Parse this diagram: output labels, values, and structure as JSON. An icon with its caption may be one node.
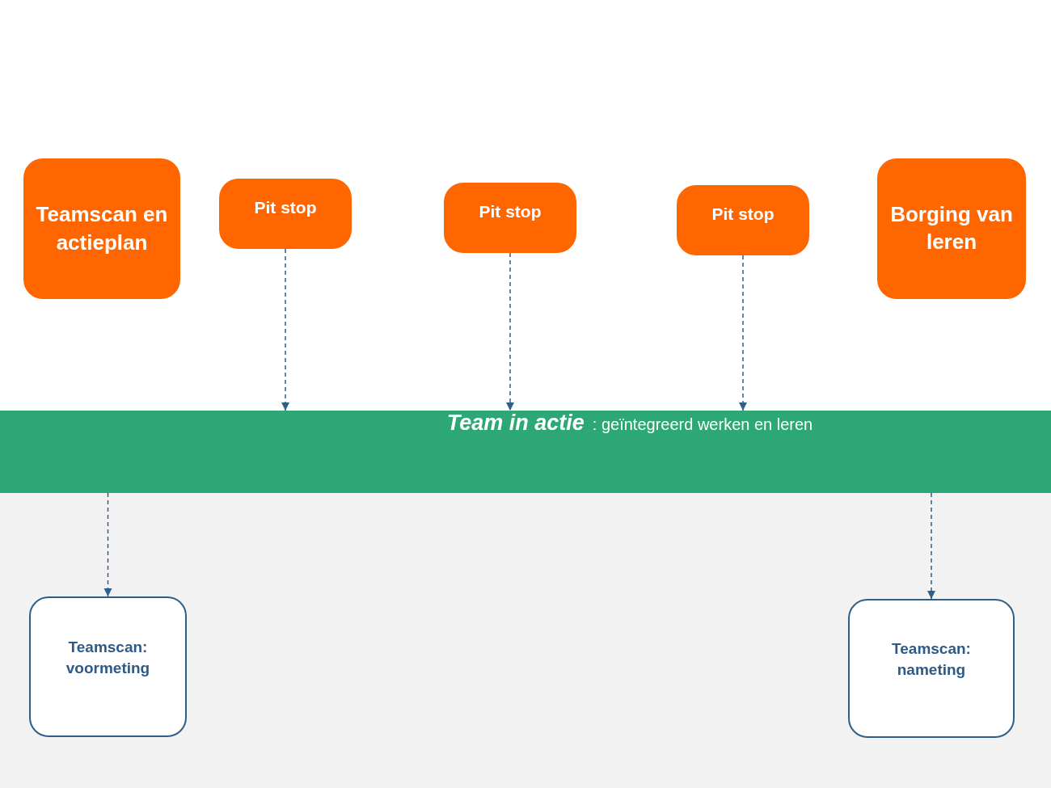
{
  "diagram": {
    "nodes": [
      {
        "text": [
          "Teamscan en actieplan"
        ]
      },
      {
        "text": [
          "Pit stop"
        ]
      },
      {
        "text": [
          "Pit stop"
        ]
      },
      {
        "text": [
          "Pit stop"
        ]
      },
      {
        "text": [
          "Borging van leren"
        ]
      },
      {
        "text": [
          "Team in actie",
          ": geïntegreerd werken en leren"
        ]
      },
      {
        "text": [
          "Teamscan: voormeting"
        ]
      },
      {
        "text": [
          "Teamscan: nameting"
        ]
      }
    ],
    "edges": [
      {
        "from": 1,
        "to": 5,
        "arrow": "to",
        "style": "dashed"
      },
      {
        "from": 2,
        "to": 5,
        "arrow": "to",
        "style": "dashed"
      },
      {
        "from": 3,
        "to": 5,
        "arrow": "to",
        "style": "dashed"
      },
      {
        "from": 5,
        "to": 6,
        "arrow": "to",
        "style": "dashed"
      },
      {
        "from": 5,
        "to": 7,
        "arrow": "to",
        "style": "dashed"
      }
    ]
  }
}
